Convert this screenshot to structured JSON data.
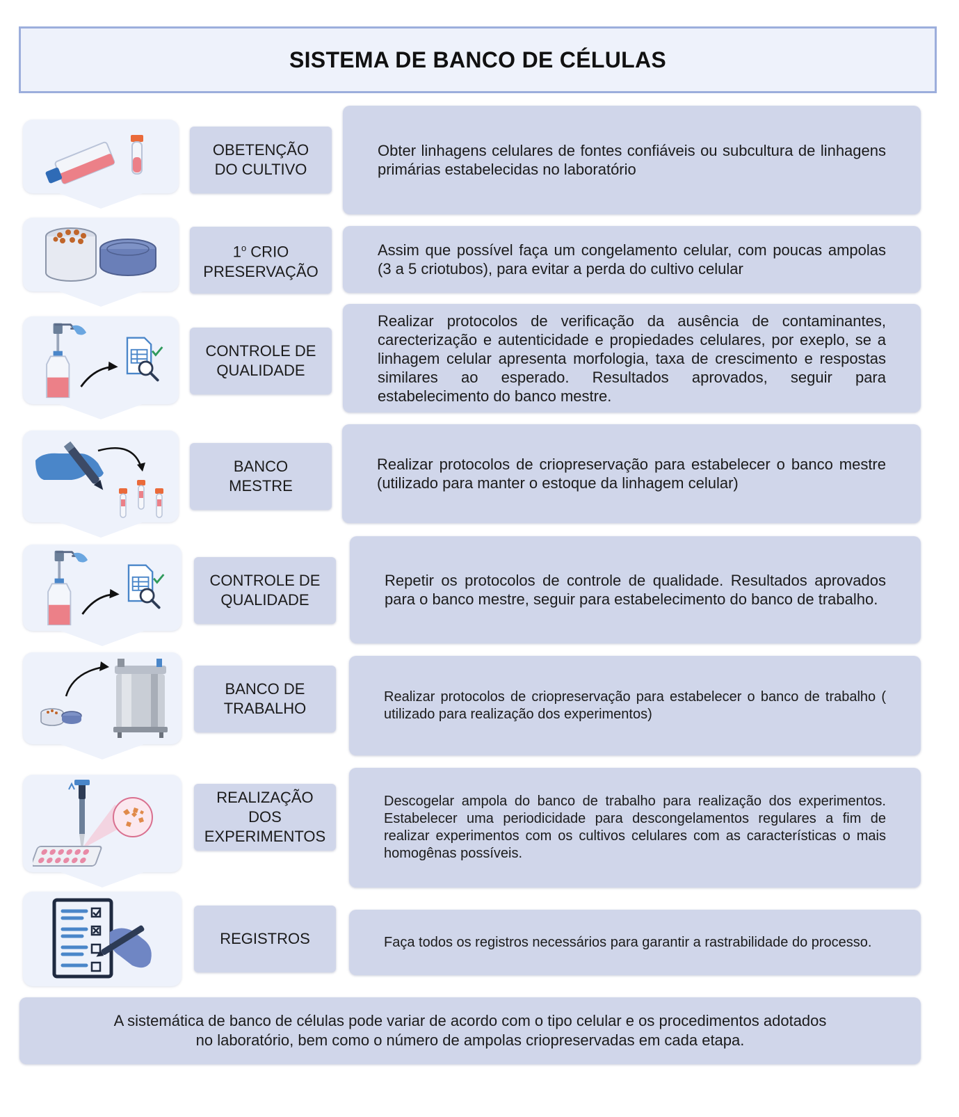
{
  "title": "SISTEMA DE BANCO DE CÉLULAS",
  "steps": [
    {
      "label": "OBETENÇÃO\nDO CULTIVO",
      "description": "Obter linhagens celulares de fontes confiáveis ou subcultura de linhagens primárias estabelecidas no laboratório",
      "icon": "flask-and-tube-icon"
    },
    {
      "label_number": "1",
      "label_superscript": "o",
      "label_line1_rest": "CRIO",
      "label_line2": "PRESERVAÇÃO",
      "description": "Assim que possível faça um congelamento celular, com poucas ampolas (3 a 5 criotubos), para evitar a perda do cultivo celular",
      "icon": "cryo-box-icon"
    },
    {
      "label": "CONTROLE DE\nQUALIDADE",
      "description": "Realizar protocolos de verificação da ausência de contaminantes, carecterização e autenticidade e propiedades celulares, por exeplo, se a linhagem celular apresenta morfologia, taxa de crescimento e respostas similares ao esperado. Resultados aprovados, seguir para estabelecimento do banco mestre.",
      "icon": "quality-control-icon"
    },
    {
      "label": "BANCO\nMESTRE",
      "description": "Realizar protocolos de criopreservação para estabelecer o banco mestre (utilizado para  manter o estoque da linhagem celular)",
      "icon": "hand-writing-tubes-icon"
    },
    {
      "label": "CONTROLE DE\nQUALIDADE",
      "description": "Repetir os protocolos de controle de qualidade. Resultados aprovados para o banco mestre, seguir para estabelecimento do banco de trabalho.",
      "icon": "quality-control-icon"
    },
    {
      "label": "BANCO DE\nTRABALHO",
      "description": "Realizar protocolos de criopreservação para estabelecer o banco de trabalho ( utilizado para realização dos experimentos)",
      "icon": "cryo-tank-icon"
    },
    {
      "label": "REALIZAÇÃO\nDOS\nEXPERIMENTOS",
      "description": "Descogelar ampola do banco de trabalho para realização dos experimentos. Estabelecer uma periodicidade  para descongelamentos regulares a fim de realizar experimentos com os cultivos celulares com as características o mais homogênas possíveis.",
      "icon": "pipette-well-plate-icon"
    },
    {
      "label": "REGISTROS",
      "description": "Faça todos os registros necessários para garantir a rastrabilidade do processo.",
      "icon": "checklist-icon"
    }
  ],
  "footer": "A sistemática de banco de células pode variar de acordo com o tipo celular e os procedimentos adotados no laboratório, bem como o número de ampolas criopreservadas em cada etapa.",
  "colors": {
    "card_bg": "#d0d6ea",
    "icon_bg": "#eef2fb",
    "title_border": "#9caedc",
    "accent_blue": "#4a86c9",
    "accent_pink": "#e8737a"
  }
}
